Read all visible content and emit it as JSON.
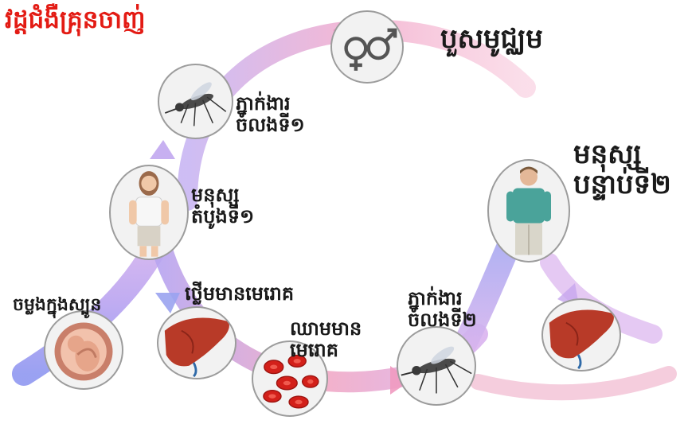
{
  "title": "វដ្តជំងឺគ្រុនចាញ់",
  "labels": {
    "sexual_reproduction": "បួសមូជ្ឈម",
    "mosquito_vector_1": [
      "ភ្នាក់ងារ",
      "ចំលងទី១"
    ],
    "first_human": [
      "មនុស្ស",
      "តំបូងទី១"
    ],
    "second_human": [
      "មនុស្ស",
      "បន្ទាប់ទី២"
    ],
    "womb_infection": "ចម្លងក្នុងស្បូន",
    "infected_liver": "ថ្លើមមានមេរោគ",
    "infected_blood": [
      "ឈាមមាន",
      "មេរោគ"
    ],
    "mosquito_vector_2": [
      "ភ្នាក់ងារ",
      "ចំលងទី២"
    ]
  },
  "icons": {
    "gender": "gender-symbols-icon",
    "mosquito": "mosquito-icon",
    "human": "human-figure-icon",
    "liver": "liver-icon",
    "blood": "red-blood-cells-icon",
    "fetus": "fetus-in-womb-icon"
  },
  "colors": {
    "title": "#e31b14",
    "text": "#1a1a1a",
    "arrow_pink": "#f0a8c8",
    "arrow_violet": "#c9a8f0",
    "arrow_blue": "#8f9cf2",
    "blood": "#d3201a",
    "liver": "#b83a28"
  }
}
